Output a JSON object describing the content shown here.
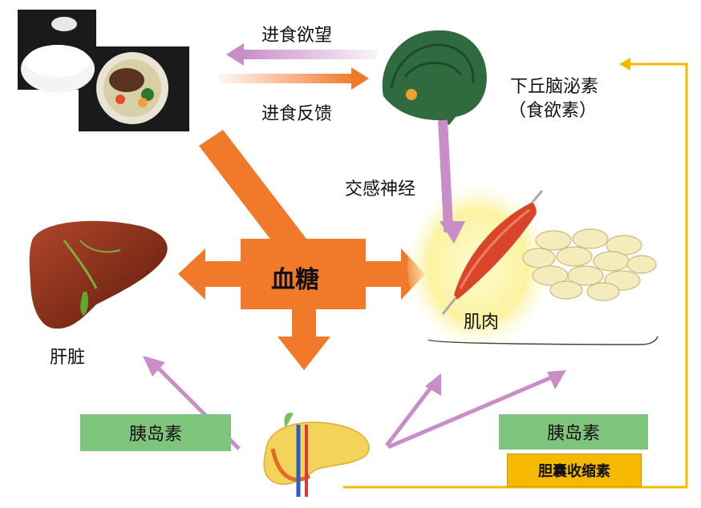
{
  "labels": {
    "appetite": "进食欲望",
    "feeding_feedback": "进食反馈",
    "hypothalamus_hormone": "下丘脑泌素",
    "orexin_paren": "（食欲素）",
    "sympathetic": "交感神经",
    "blood_sugar": "血糖",
    "liver": "肝脏",
    "muscle": "肌肉",
    "insulin_left": "胰岛素",
    "insulin_right": "胰岛素",
    "cholecystokinin": "胆囊收缩素"
  },
  "colors": {
    "orange": "#f07a2a",
    "purple": "#c98ec7",
    "gold": "#f7b800",
    "green_box": "#7fc47c"
  },
  "icons": {
    "food": "rice-and-steak-plate-icon",
    "brain": "brain-icon",
    "liver": "liver-icon",
    "muscle": "muscle-fat-cells-icon",
    "pancreas": "pancreas-icon"
  }
}
